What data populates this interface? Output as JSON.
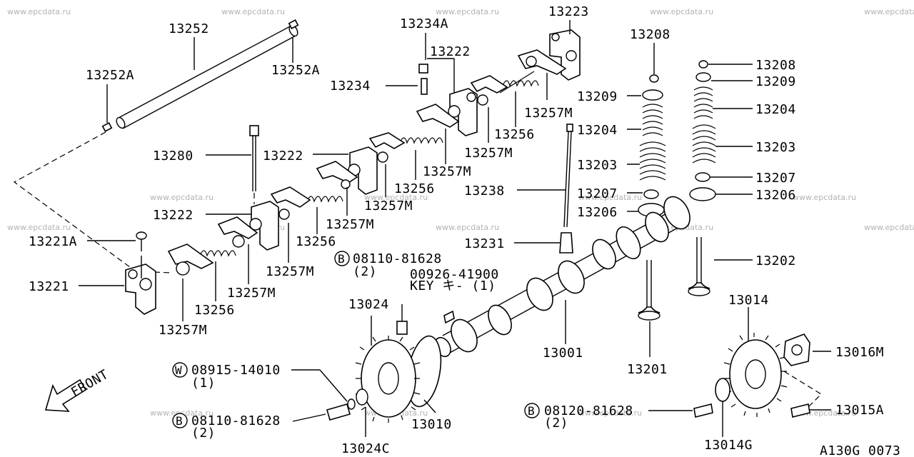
{
  "watermarks": [
    "www.epcdata.ru"
  ],
  "labels": {
    "p13252": "13252",
    "p13252A_l": "13252A",
    "p13252A_r": "13252A",
    "p13234A": "13234A",
    "p13234": "13234",
    "p13222_top": "13222",
    "p13223": "13223",
    "p13257M_1": "13257M",
    "p13256_1": "13256",
    "p13257M_2": "13257M",
    "p13257M_3": "13257M",
    "p13256_2": "13256",
    "p13257M_4": "13257M",
    "p13222_mid": "13222",
    "p13280": "13280",
    "p13222_low": "13222",
    "p13257M_5": "13257M",
    "p13256_3": "13256",
    "p13257M_6": "13257M",
    "p13221A": "13221A",
    "p13221": "13221",
    "p13257M_7": "13257M",
    "p13256_4": "13256",
    "p13257M_8": "13257M",
    "p13208_top": "13208",
    "p13209_l": "13209",
    "p13204_l": "13204",
    "p13203_l": "13203",
    "p13207_l": "13207",
    "p13206_l": "13206",
    "p13238": "13238",
    "p13231": "13231",
    "p13208_r": "13208",
    "p13209_r": "13209",
    "p13204_r": "13204",
    "p13203_r": "13203",
    "p13207_r": "13207",
    "p13206_r": "13206",
    "p13202": "13202",
    "p13201": "13201",
    "p13001": "13001",
    "p13014": "13014",
    "p13016M": "13016M",
    "p13015A": "13015A",
    "p13014G": "13014G",
    "p13024": "13024",
    "p13010": "13010",
    "p13024C": "13024C",
    "b1_part": "08110-81628",
    "b1_qty": "(2)",
    "key_part": "00926-41900",
    "key_desc": "KEY キ-  (1)",
    "w_part": "08915-14010",
    "w_qty": "(1)",
    "b2_part": "08110-81628",
    "b2_qty": "(2)",
    "b3_part": "08120-81628",
    "b3_qty": "(2)",
    "front": "FRONT",
    "diagram_code": "A130G 0073"
  },
  "callout_letters": {
    "b": "B",
    "w": "W"
  }
}
